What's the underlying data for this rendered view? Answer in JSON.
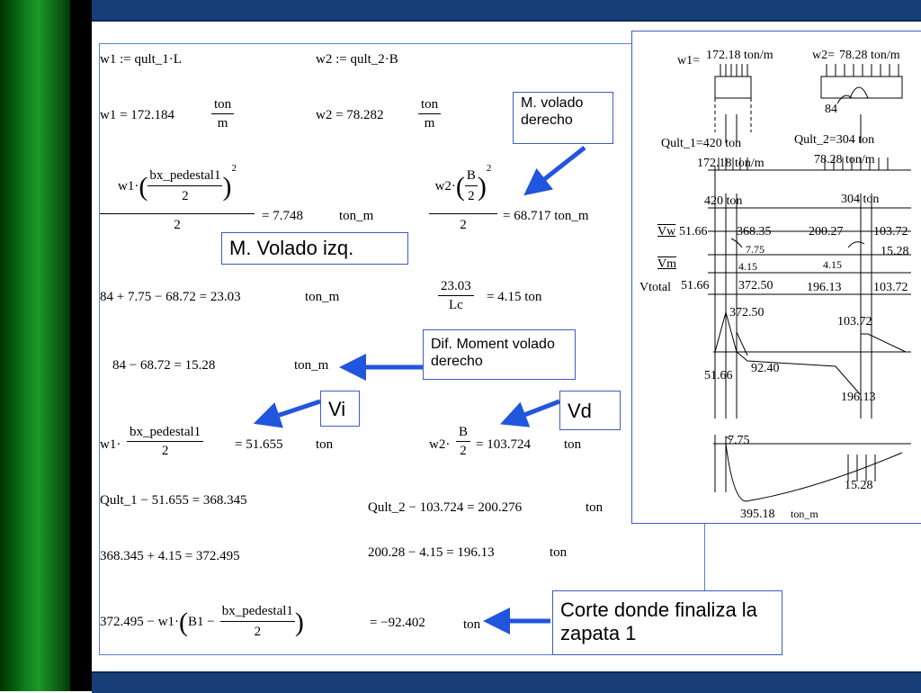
{
  "equations": {
    "e1": "w1 := qult_1·L",
    "e2": "w2 := qult_2·B",
    "e3": "w1 = 172.184",
    "e4": "w2 = 78.282",
    "unit_ton": "ton",
    "unit_m": "m",
    "w1": "w1·",
    "w2": "w2·",
    "bx": "bx_pedestal1",
    "two": "2",
    "sq": "2",
    "B": "B",
    "r1": "= 7.748",
    "u_tonm": "ton_m",
    "r2": "= 68.717 ton_m",
    "e5": "84 + 7.75 − 68.72 = 23.03",
    "lc_num": "23.03",
    "lc_den": "Lc",
    "lc_res": "= 4.15 ton",
    "e6": "84 − 68.72 = 15.28",
    "r3": "= 51.655",
    "r4": "= 103.724",
    "e7": "Qult_1 − 51.655 = 368.345",
    "e8": "Qult_2 − 103.724 = 200.276",
    "e9": "368.345 + 4.15 = 372.495",
    "e10": "200.28 − 4.15 = 196.13",
    "e11a": "372.495 − w1·",
    "e11b": "B1 −",
    "r5": "= −92.402"
  },
  "callouts": {
    "volado_der": "M. volado derecho",
    "volado_izq": "M. Volado izq.",
    "dif_moment": "Dif. Moment volado derecho",
    "vi": "Vi",
    "vd": "Vd",
    "corte": "Corte donde finaliza la zapata 1"
  },
  "diagram": {
    "w1_label": "w1=",
    "w1_val": "172.18 ton/m",
    "w2_label": "w2=",
    "w2_val": "78.28 ton/m",
    "m84": "84",
    "q1": "Qult_1=420 ton",
    "q2": "Qult_2=304 ton",
    "ld1": "172.18 ton/m",
    "ld2": "78.28 ton/m",
    "p1": "420 ton",
    "p2": "304 ton",
    "vw": "Vw",
    "vw1": "51.66",
    "vw2": "368.35",
    "vw3": "200.27",
    "vw4": "103.72",
    "m1": "7.75",
    "m2": "15.28",
    "vm": "Vm",
    "vm1": "4.15",
    "vm2": "4.15",
    "vt": "Vtotal",
    "vt1": "51.66",
    "vt2": "372.50",
    "vt3": "196.13",
    "vt4": "103.72",
    "s1": "372.50",
    "s2": "103.72",
    "s3": "51.66",
    "s4": "92.40",
    "s5": "196.13",
    "b1": "7.75",
    "b2": "15.28",
    "b3": "395.18",
    "b4": "ton_m"
  }
}
